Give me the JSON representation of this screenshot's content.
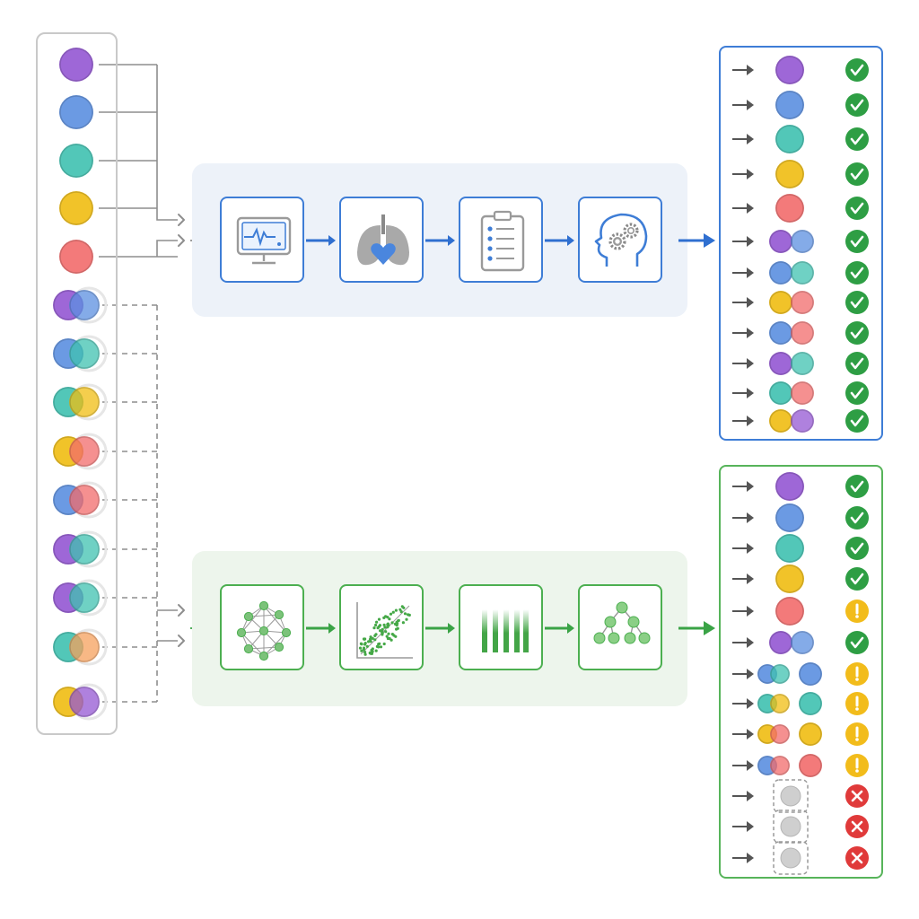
{
  "colors": {
    "purple": "#9457d3",
    "blue": "#5b8fe0",
    "teal": "#3fc1b0",
    "yellow": "#f0bd12",
    "red": "#f26b6b",
    "orange": "#f5a05c",
    "blue_line": "#2f6fd0",
    "green_line": "#3aa346",
    "check": "#2e9e44",
    "warning": "#f2bc1b",
    "error": "#e03a3a",
    "wire": "#8e8e8e"
  },
  "inputs": [
    {
      "kind": "single",
      "colors": [
        "purple"
      ]
    },
    {
      "kind": "single",
      "colors": [
        "blue"
      ]
    },
    {
      "kind": "single",
      "colors": [
        "teal"
      ]
    },
    {
      "kind": "single",
      "colors": [
        "yellow"
      ]
    },
    {
      "kind": "single",
      "colors": [
        "red"
      ]
    },
    {
      "kind": "pair",
      "colors": [
        "purple",
        "blue"
      ]
    },
    {
      "kind": "pair",
      "colors": [
        "blue",
        "teal"
      ]
    },
    {
      "kind": "pair",
      "colors": [
        "teal",
        "yellow"
      ]
    },
    {
      "kind": "pair",
      "colors": [
        "yellow",
        "red"
      ]
    },
    {
      "kind": "pair",
      "colors": [
        "blue",
        "red"
      ]
    },
    {
      "kind": "pair",
      "colors": [
        "purple",
        "teal"
      ]
    },
    {
      "kind": "pair",
      "colors": [
        "purple",
        "teal"
      ]
    },
    {
      "kind": "pair",
      "colors": [
        "teal",
        "orange"
      ]
    },
    {
      "kind": "pair",
      "colors": [
        "yellow",
        "purple"
      ]
    }
  ],
  "pipelines": [
    {
      "id": "blue",
      "stages": [
        "monitor-ecg-icon",
        "lungs-heart-icon",
        "clipboard-checklist-icon",
        "head-gears-icon"
      ]
    },
    {
      "id": "green",
      "stages": [
        "network-graph-icon",
        "scatter-plot-icon",
        "bar-signal-icon",
        "tree-hierarchy-icon"
      ]
    }
  ],
  "blue_results": [
    {
      "colors": [
        "purple"
      ],
      "layout": "single",
      "status": "check"
    },
    {
      "colors": [
        "blue"
      ],
      "layout": "single",
      "status": "check"
    },
    {
      "colors": [
        "teal"
      ],
      "layout": "single",
      "status": "check"
    },
    {
      "colors": [
        "yellow"
      ],
      "layout": "single",
      "status": "check"
    },
    {
      "colors": [
        "red"
      ],
      "layout": "single",
      "status": "check"
    },
    {
      "colors": [
        "purple",
        "blue"
      ],
      "layout": "pair",
      "status": "check"
    },
    {
      "colors": [
        "blue",
        "teal"
      ],
      "layout": "pair",
      "status": "check"
    },
    {
      "colors": [
        "yellow",
        "red"
      ],
      "layout": "pair",
      "status": "check"
    },
    {
      "colors": [
        "blue",
        "red"
      ],
      "layout": "pair",
      "status": "check"
    },
    {
      "colors": [
        "purple",
        "teal"
      ],
      "layout": "pair",
      "status": "check"
    },
    {
      "colors": [
        "teal",
        "red"
      ],
      "layout": "pair",
      "status": "check"
    },
    {
      "colors": [
        "yellow",
        "purple"
      ],
      "layout": "pair",
      "status": "check"
    }
  ],
  "green_results": [
    {
      "colors": [
        "purple"
      ],
      "layout": "single",
      "status": "check"
    },
    {
      "colors": [
        "blue"
      ],
      "layout": "single",
      "status": "check"
    },
    {
      "colors": [
        "teal"
      ],
      "layout": "single",
      "status": "check"
    },
    {
      "colors": [
        "yellow"
      ],
      "layout": "single",
      "status": "check"
    },
    {
      "colors": [
        "red"
      ],
      "layout": "single",
      "status": "warning"
    },
    {
      "colors": [
        "purple",
        "blue"
      ],
      "layout": "pair",
      "status": "check"
    },
    {
      "colors": [
        "blue",
        "teal",
        "blue"
      ],
      "layout": "split",
      "status": "warning"
    },
    {
      "colors": [
        "teal",
        "yellow",
        "teal"
      ],
      "layout": "split",
      "status": "warning"
    },
    {
      "colors": [
        "yellow",
        "red",
        "yellow"
      ],
      "layout": "split",
      "status": "warning"
    },
    {
      "colors": [
        "blue",
        "red",
        "red"
      ],
      "layout": "split",
      "status": "warning"
    },
    {
      "colors": [
        "empty"
      ],
      "layout": "empty",
      "status": "error"
    },
    {
      "colors": [
        "empty"
      ],
      "layout": "empty",
      "status": "error"
    },
    {
      "colors": [
        "empty"
      ],
      "layout": "empty",
      "status": "error"
    }
  ]
}
